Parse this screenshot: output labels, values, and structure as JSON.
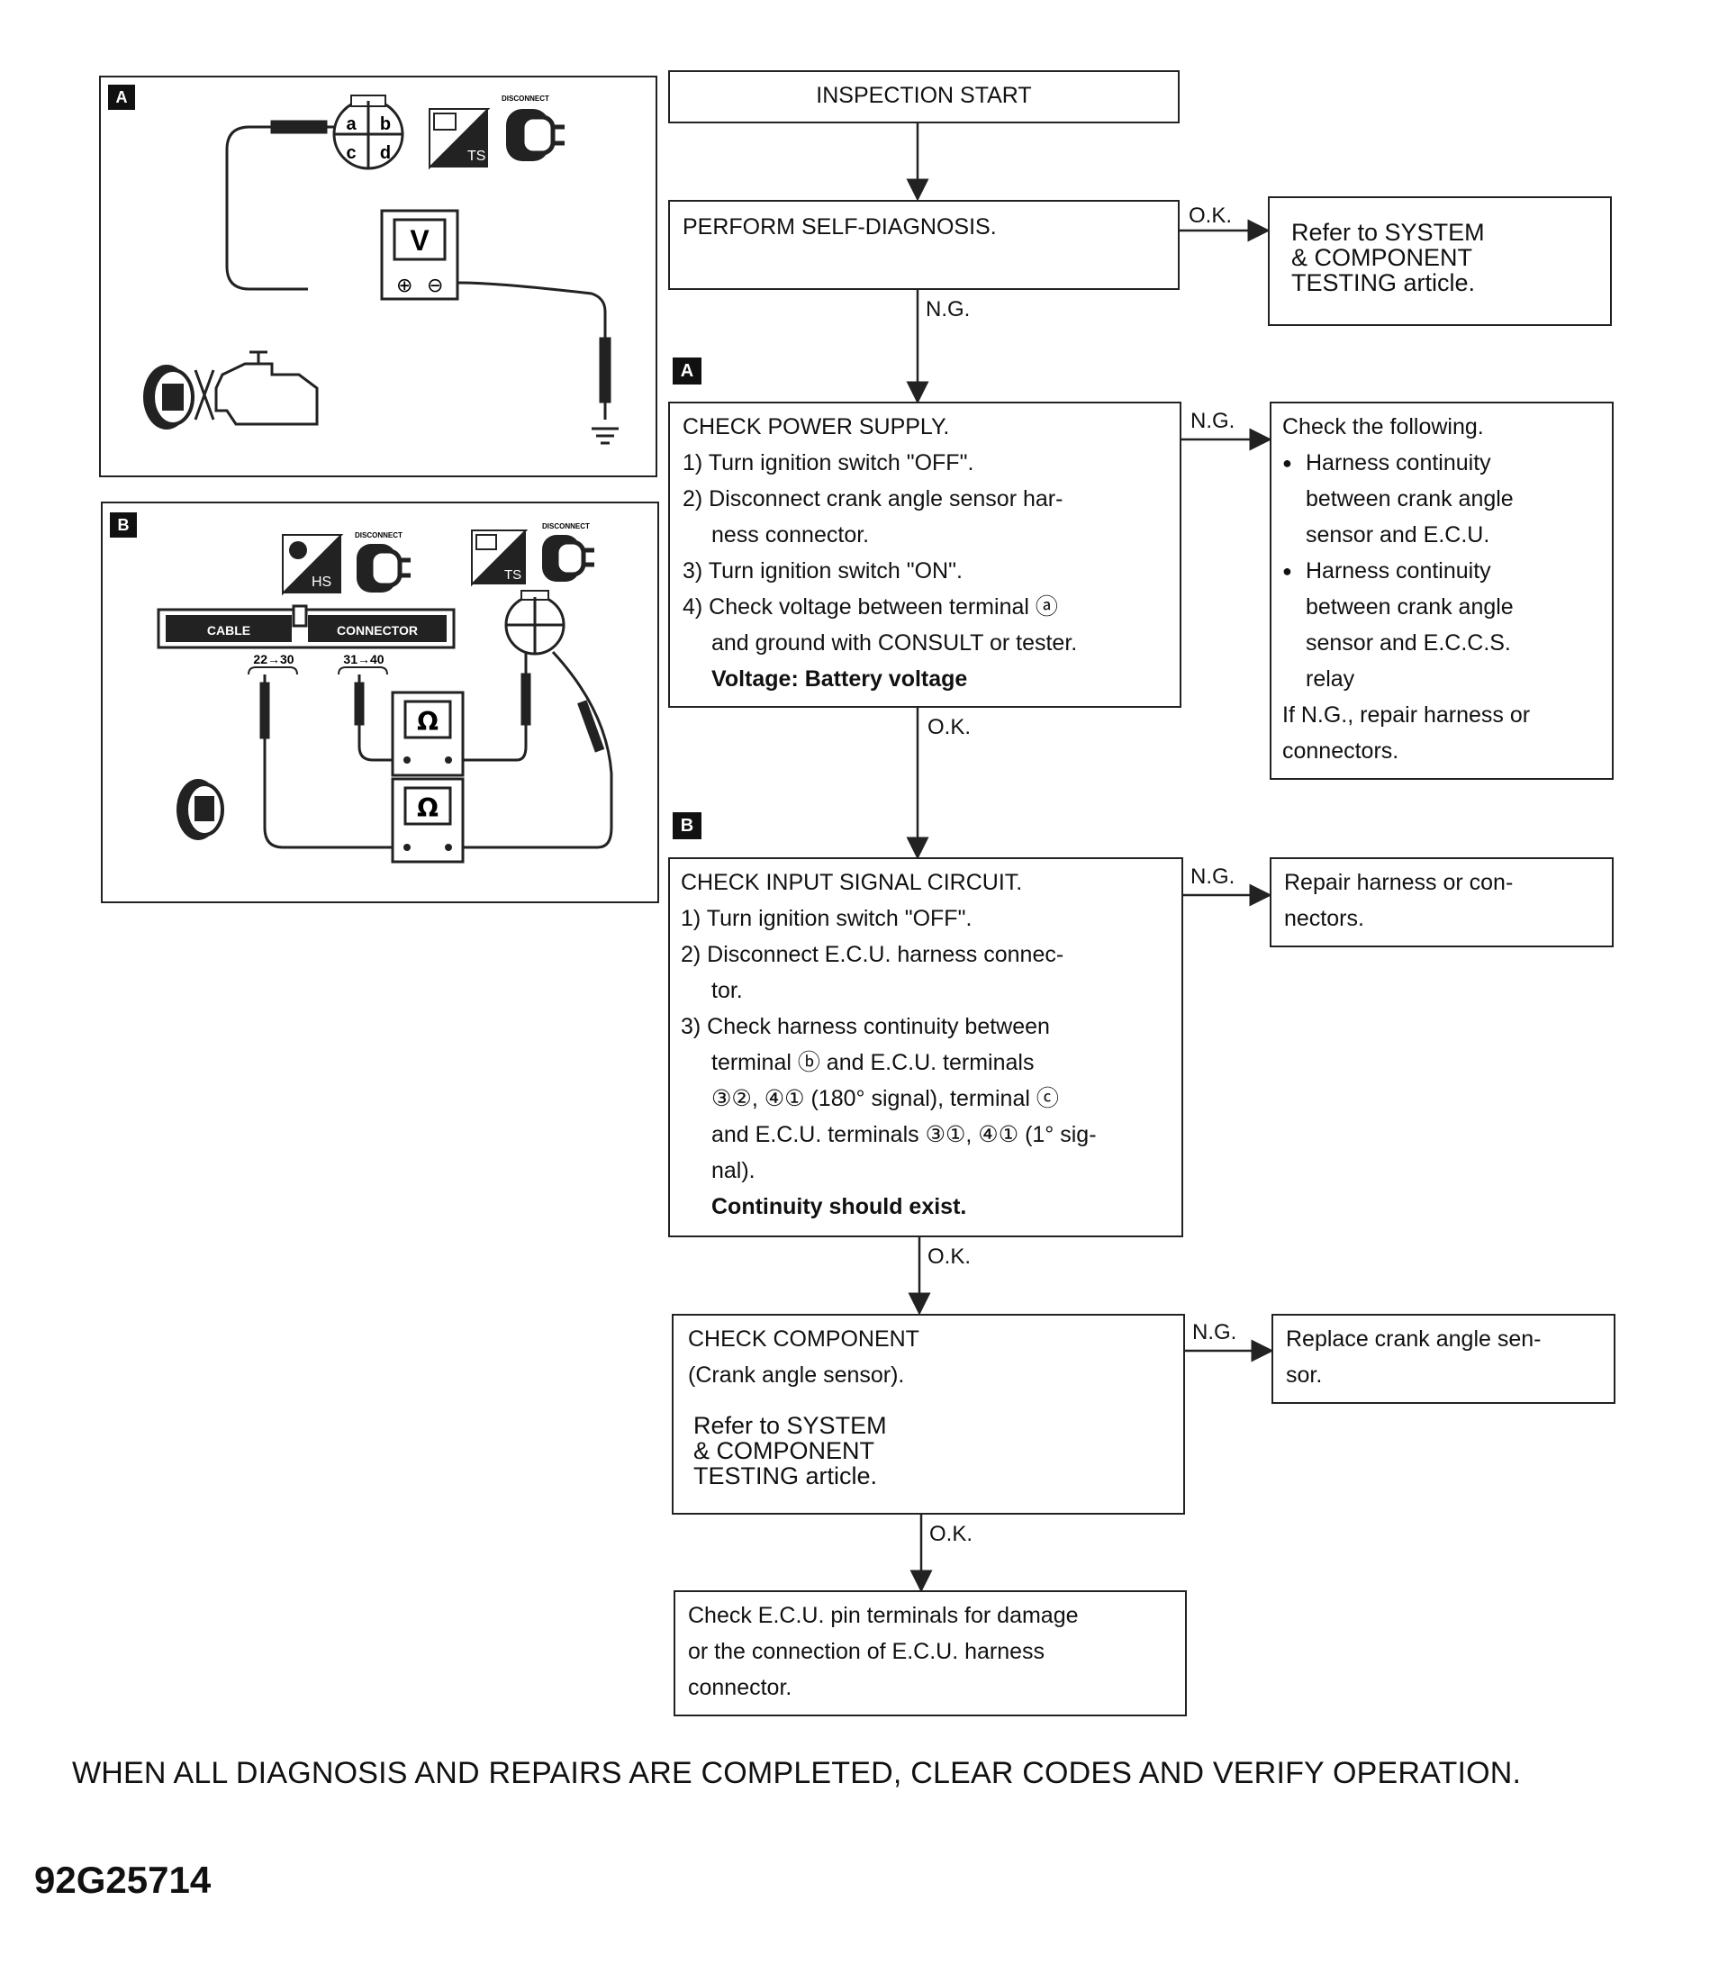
{
  "flow": {
    "start": "INSPECTION START",
    "self_diag": "PERFORM SELF-DIAGNOSIS.",
    "ok_ref": [
      "Refer to SYSTEM",
      "& COMPONENT",
      "TESTING article."
    ],
    "power": {
      "badge": "A",
      "lines": [
        "CHECK POWER SUPPLY.",
        "1) Turn ignition switch \"OFF\".",
        "2) Disconnect crank angle sensor har-",
        "ness connector.",
        "3) Turn ignition switch \"ON\".",
        "4) Check voltage between terminal ⓐ",
        "and ground with CONSULT or tester.",
        "Voltage: Battery voltage"
      ]
    },
    "power_ng": [
      "Check the following.",
      "Harness continuity",
      "between crank angle",
      "sensor and E.C.U.",
      "Harness continuity",
      "between crank angle",
      "sensor and E.C.C.S.",
      "relay",
      "If N.G., repair harness or",
      "connectors."
    ],
    "input": {
      "badge": "B",
      "lines": [
        "CHECK INPUT SIGNAL CIRCUIT.",
        "1) Turn ignition switch \"OFF\".",
        "2) Disconnect E.C.U. harness connec-",
        "tor.",
        "3) Check harness continuity between",
        "terminal ⓑ and E.C.U. terminals",
        "③②, ④① (180° signal), terminal ⓒ",
        "and E.C.U. terminals ③①, ④① (1° sig-",
        "nal).",
        "Continuity should exist."
      ]
    },
    "input_ng": [
      "Repair harness or con-",
      "nectors."
    ],
    "component": {
      "lines": [
        "CHECK COMPONENT",
        "(Crank angle sensor)."
      ],
      "ref": [
        "Refer to SYSTEM",
        "& COMPONENT",
        "TESTING article."
      ]
    },
    "component_ng": [
      "Replace crank angle sen-",
      "sor."
    ],
    "final": [
      "Check E.C.U. pin terminals for damage",
      "or the connection of E.C.U. harness",
      "connector."
    ],
    "labels": {
      "ok": "O.K.",
      "ng": "N.G."
    }
  },
  "panels": {
    "a": {
      "letter": "A",
      "meter": "V",
      "plus": "⊕",
      "minus": "⊖",
      "pins": [
        "a",
        "b",
        "c",
        "d"
      ],
      "ts": "TS",
      "disconnect": "DISCONNECT"
    },
    "b": {
      "letter": "B",
      "ecu1": "CABLE",
      "ecu2": "CONNECTOR",
      "range1": "22→30",
      "range2": "31→40",
      "ohm": "Ω",
      "hs": "HS",
      "ts": "TS",
      "disconnect": "DISCONNECT"
    }
  },
  "footer": "WHEN ALL DIAGNOSIS AND REPAIRS ARE COMPLETED, CLEAR CODES AND VERIFY OPERATION.",
  "figure_code": "92G25714"
}
